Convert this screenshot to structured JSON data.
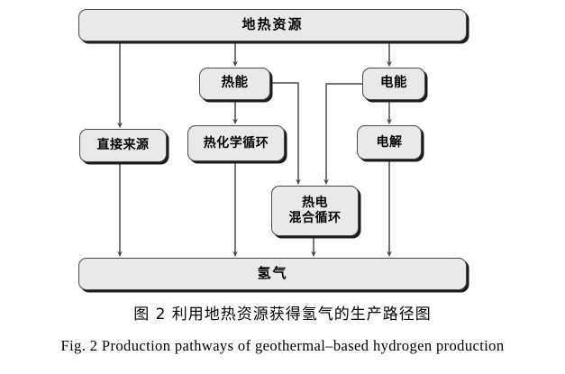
{
  "figure": {
    "caption_cn": "图 2    利用地热资源获得氢气的生产路径图",
    "caption_en": "Fig. 2    Production pathways of geothermal–based hydrogen production"
  },
  "diagram": {
    "type": "flowchart",
    "orientation": "top-down",
    "colors": {
      "node_fill": "#e9e9e9",
      "node_border": "#4a4a4a",
      "node_shadow": "#1c1c1c",
      "connector": "#555555",
      "background": "#ffffff"
    },
    "nodes": [
      {
        "id": "geothermal",
        "label": "地热资源",
        "level": 0
      },
      {
        "id": "thermal",
        "label": "热能",
        "level": 1
      },
      {
        "id": "electric",
        "label": "电能",
        "level": 1
      },
      {
        "id": "direct",
        "label": "直接来源",
        "level": 2
      },
      {
        "id": "thermochem",
        "label": "热化学循环",
        "level": 2
      },
      {
        "id": "electrolysis",
        "label": "电解",
        "level": 2
      },
      {
        "id": "hybrid",
        "label": "热电\n混合循环",
        "level": 3
      },
      {
        "id": "hydrogen",
        "label": "氢气",
        "level": 4
      }
    ],
    "edges": [
      {
        "from": "geothermal",
        "to": "direct",
        "style": "orthogonal-arrow"
      },
      {
        "from": "geothermal",
        "to": "thermal",
        "style": "orthogonal-arrow"
      },
      {
        "from": "geothermal",
        "to": "electric",
        "style": "orthogonal-arrow"
      },
      {
        "from": "thermal",
        "to": "thermochem",
        "style": "orthogonal-arrow"
      },
      {
        "from": "thermal",
        "to": "hybrid",
        "style": "orthogonal-arrow"
      },
      {
        "from": "electric",
        "to": "electrolysis",
        "style": "orthogonal-arrow"
      },
      {
        "from": "electric",
        "to": "hybrid",
        "style": "orthogonal-arrow"
      },
      {
        "from": "direct",
        "to": "hydrogen",
        "style": "orthogonal-arrow"
      },
      {
        "from": "thermochem",
        "to": "hydrogen",
        "style": "orthogonal-arrow"
      },
      {
        "from": "hybrid",
        "to": "hydrogen",
        "style": "orthogonal-arrow"
      },
      {
        "from": "electrolysis",
        "to": "hydrogen",
        "style": "orthogonal-arrow"
      }
    ]
  }
}
